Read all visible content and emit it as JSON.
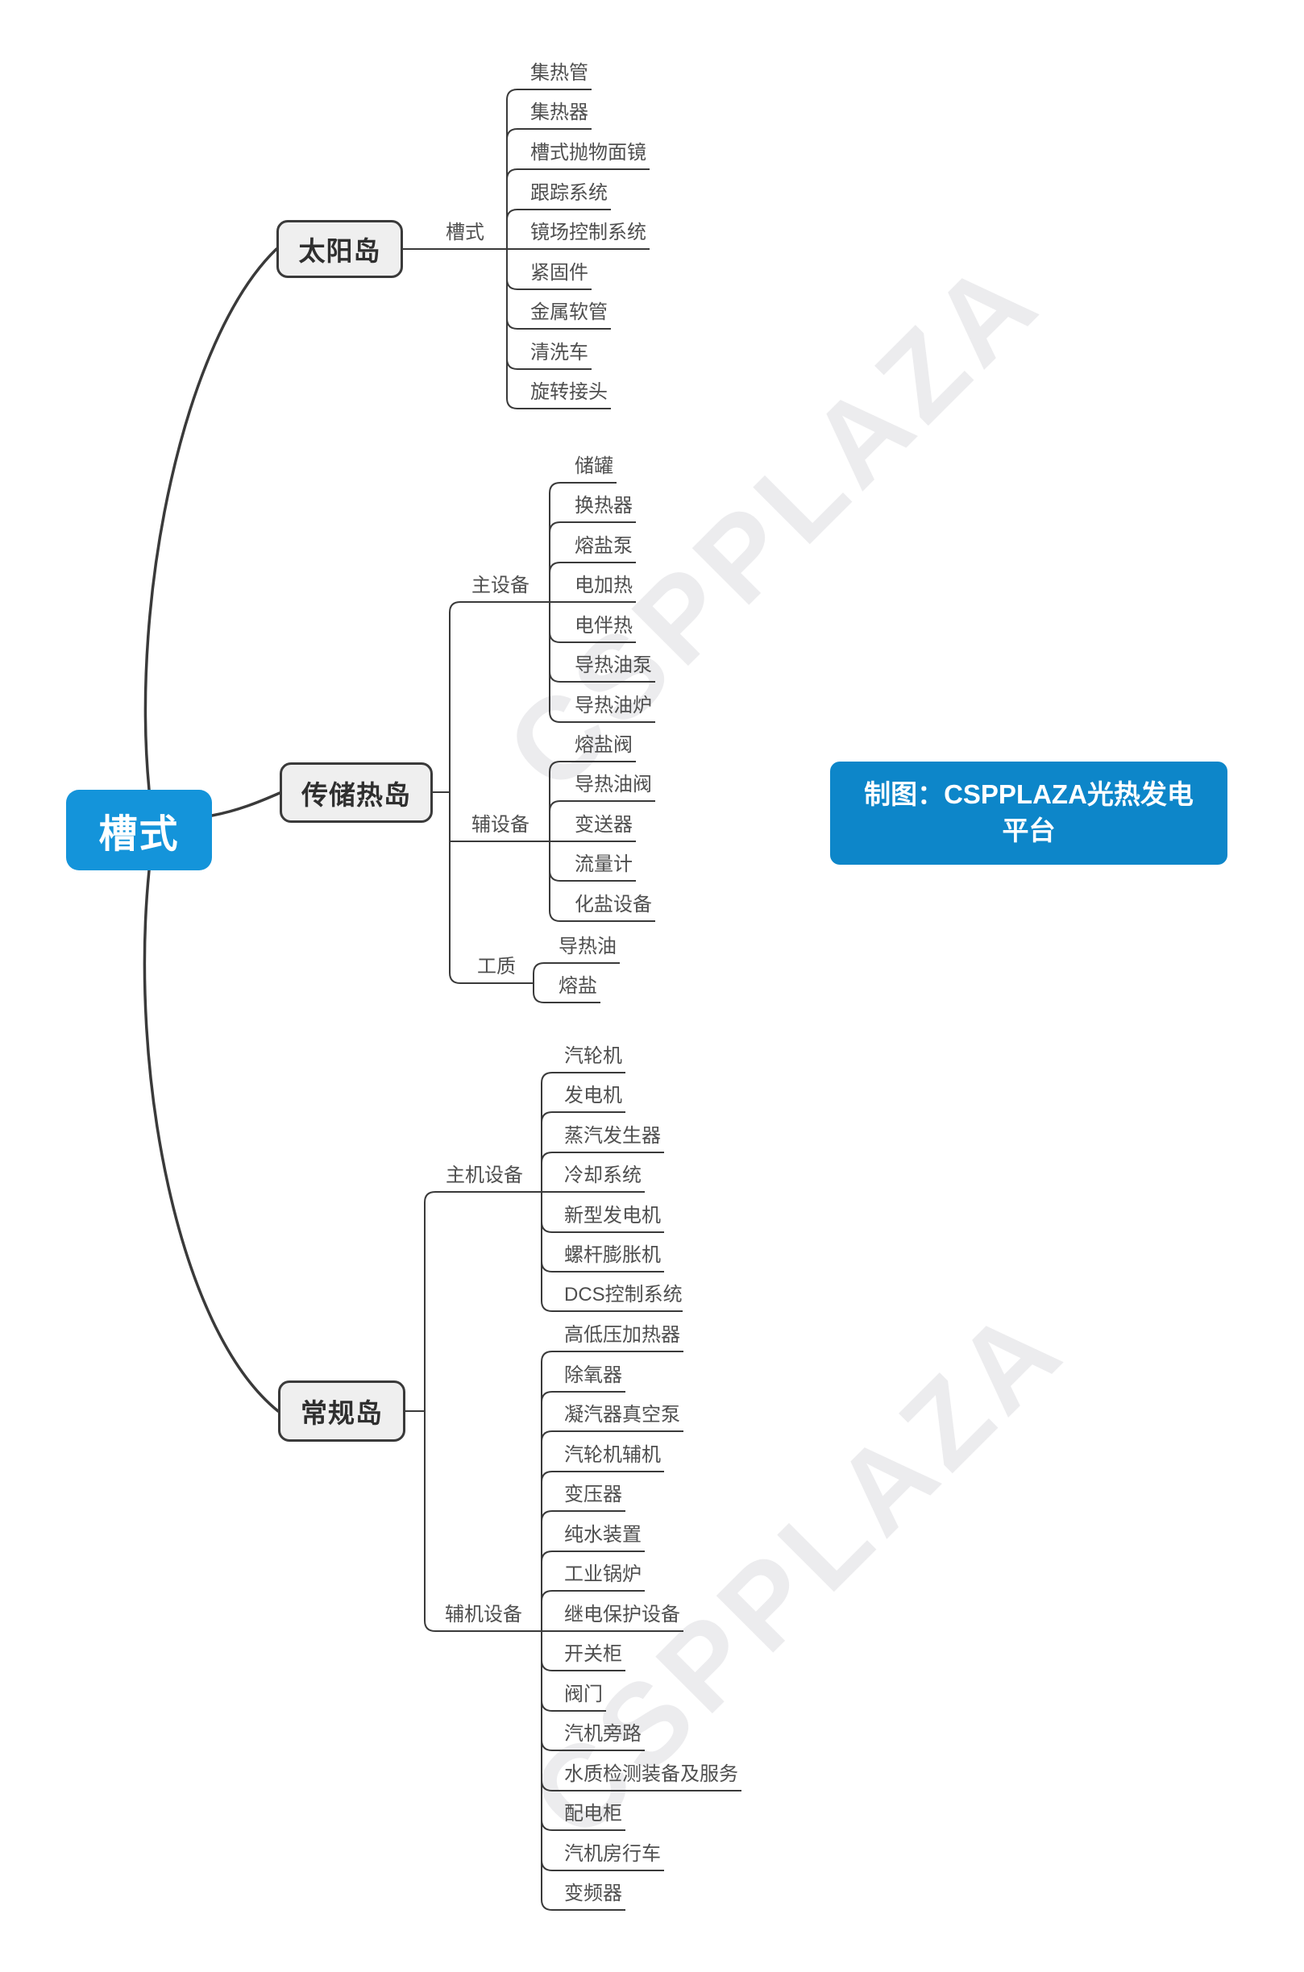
{
  "root": {
    "label": "槽式",
    "color": "#1494da"
  },
  "watermark": {
    "text": "CSPPLAZA",
    "color": "#ececee"
  },
  "attribution": {
    "line1": "制图：CSPPLAZA光热发电",
    "line2": "平台",
    "bg": "#0d86c9"
  },
  "branches": [
    {
      "label": "太阳岛",
      "groups": [
        {
          "label": "槽式",
          "items": [
            "集热管",
            "集热器",
            "槽式抛物面镜",
            "跟踪系统",
            "镜场控制系统",
            "紧固件",
            "金属软管",
            "清洗车",
            "旋转接头"
          ]
        }
      ]
    },
    {
      "label": "传储热岛",
      "groups": [
        {
          "label": "主设备",
          "items": [
            "储罐",
            "换热器",
            "熔盐泵",
            "电加热",
            "电伴热",
            "导热油泵",
            "导热油炉"
          ]
        },
        {
          "label": "辅设备",
          "items": [
            "熔盐阀",
            "导热油阀",
            "变送器",
            "流量计",
            "化盐设备"
          ]
        },
        {
          "label": "工质",
          "items": [
            "导热油",
            "熔盐"
          ]
        }
      ]
    },
    {
      "label": "常规岛",
      "groups": [
        {
          "label": "主机设备",
          "items": [
            "汽轮机",
            "发电机",
            "蒸汽发生器",
            "冷却系统",
            "新型发电机",
            "螺杆膨胀机",
            "DCS控制系统"
          ]
        },
        {
          "label": "辅机设备",
          "items": [
            "高低压加热器",
            "除氧器",
            "凝汽器真空泵",
            "汽轮机辅机",
            "变压器",
            "纯水装置",
            "工业锅炉",
            "继电保护设备",
            "开关柜",
            "阀门",
            "汽机旁路",
            "水质检测装备及服务",
            "配电柜",
            "汽机房行车",
            "变频器"
          ]
        }
      ]
    }
  ]
}
